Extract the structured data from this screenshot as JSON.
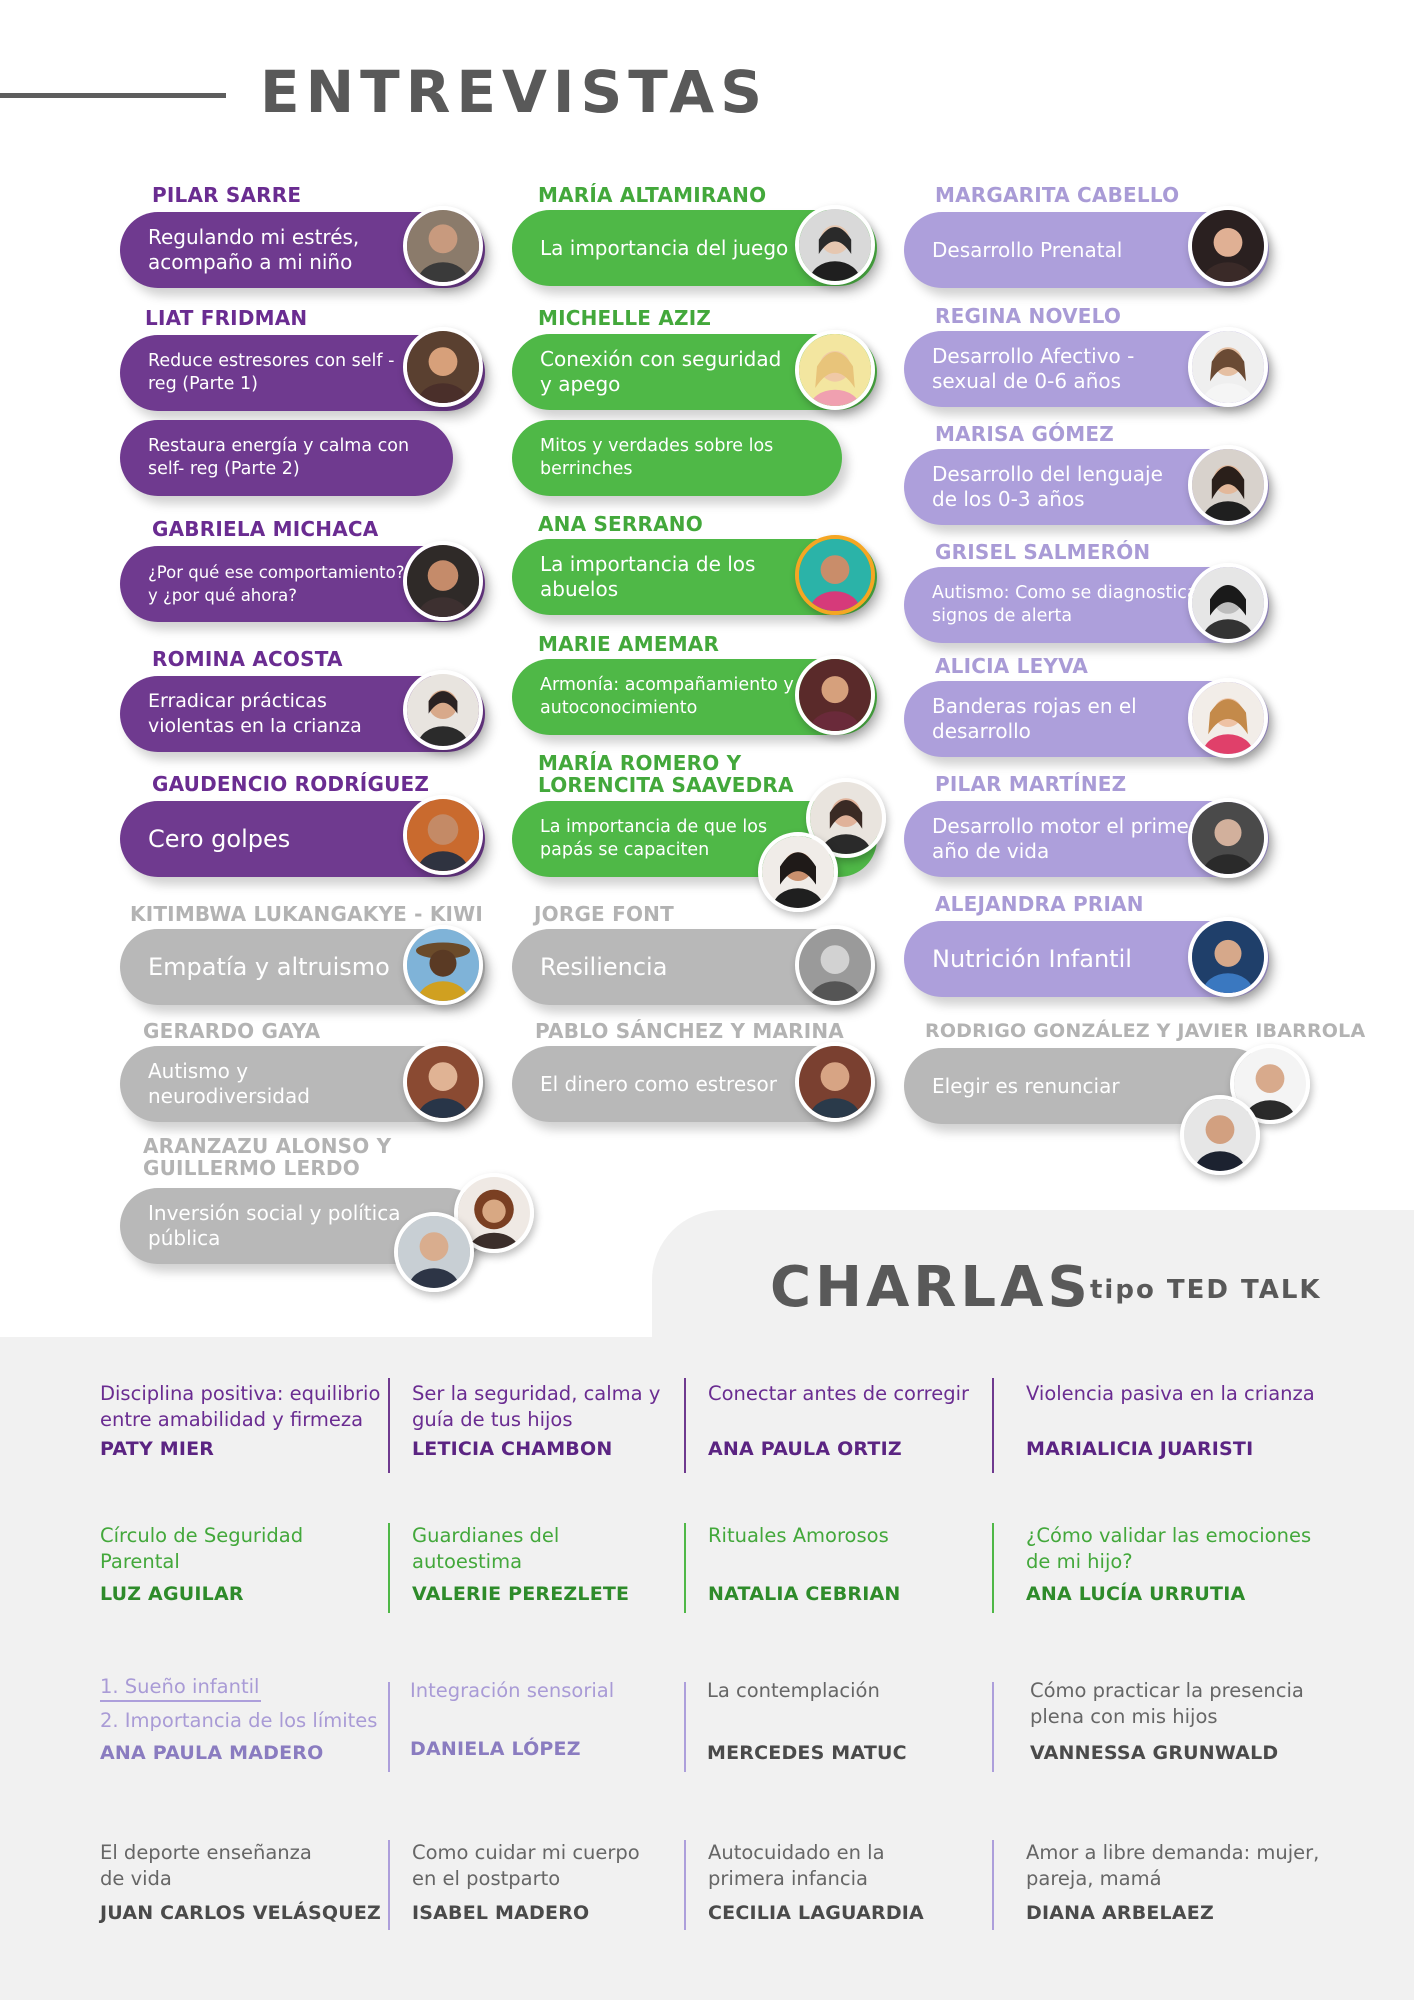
{
  "header": {
    "title": "ENTREVISTAS"
  },
  "interviews": {
    "col1": [
      {
        "name": "PILAR SARRE",
        "topic": "Regulando mi estrés, acompaño a mi niño"
      },
      {
        "name": "LIAT FRIDMAN",
        "topic": "Reduce estresores con self -reg (Parte 1)",
        "topic2": "Restaura energía y calma con self- reg (Parte 2)"
      },
      {
        "name": "GABRIELA MICHACA",
        "topic": "¿Por qué ese comportamiento? y ¿por qué ahora?"
      },
      {
        "name": "ROMINA ACOSTA",
        "topic": "Erradicar prácticas violentas en la crianza"
      },
      {
        "name": "GAUDENCIO RODRÍGUEZ",
        "topic": "Cero golpes"
      },
      {
        "name": "KITIMBWA LUKANGAKYE - KIWI",
        "topic": "Empatía y altruismo"
      },
      {
        "name": "GERARDO GAYA",
        "topic": "Autismo y neurodiversidad"
      },
      {
        "name": "ARANZAZU ALONSO Y GUILLERMO LERDO",
        "topic": "Inversión social y política pública"
      }
    ],
    "col2": [
      {
        "name": "MARÍA ALTAMIRANO",
        "topic": "La importancia del juego"
      },
      {
        "name": "MICHELLE AZIZ",
        "topic": "Conexión con seguridad y apego",
        "topic2": "Mitos y verdades sobre los berrinches"
      },
      {
        "name": "ANA SERRANO",
        "topic": "La importancia de los abuelos"
      },
      {
        "name": "MARIE AMEMAR",
        "topic": "Armonía: acompañamiento y autoconocimiento"
      },
      {
        "name": "MARÍA ROMERO Y LORENCITA SAAVEDRA",
        "topic": "La importancia de que los papás se capaciten"
      },
      {
        "name": "JORGE FONT",
        "topic": "Resiliencia"
      },
      {
        "name": "PABLO SÁNCHEZ Y MARINA",
        "topic": "El dinero como estresor"
      }
    ],
    "col3": [
      {
        "name": "MARGARITA CABELLO",
        "topic": "Desarrollo Prenatal"
      },
      {
        "name": "REGINA NOVELO",
        "topic": "Desarrollo Afectivo - sexual de 0-6 años"
      },
      {
        "name": "MARISA GÓMEZ",
        "topic": "Desarrollo del lenguaje de los 0-3 años"
      },
      {
        "name": "GRISEL SALMERÓN",
        "topic": "Autismo: Como se diagnostica, signos de alerta"
      },
      {
        "name": "ALICIA LEYVA",
        "topic": "Banderas rojas en el desarrollo"
      },
      {
        "name": "PILAR MARTÍNEZ",
        "topic": "Desarrollo motor el primer año de vida"
      },
      {
        "name": "ALEJANDRA PRIAN",
        "topic": "Nutrición Infantil"
      },
      {
        "name": "RODRIGO GONZÁLEZ Y JAVIER IBARROLA",
        "topic": "Elegir es renunciar"
      }
    ]
  },
  "charlas": {
    "title": "CHARLAS",
    "subtitle": "tipo TED TALK",
    "rows": [
      [
        {
          "topic": "Disciplina positiva: equilibrio entre amabilidad y firmeza",
          "speaker": "PATY MIER"
        },
        {
          "topic": "Ser la seguridad, calma y guía de tus hijos",
          "speaker": "LETICIA CHAMBON"
        },
        {
          "topic": "Conectar antes de corregir",
          "speaker": "ANA PAULA ORTIZ"
        },
        {
          "topic": "Violencia pasiva en la crianza",
          "speaker": "MARIALICIA JUARISTI"
        }
      ],
      [
        {
          "topic": "Círculo de Seguridad Parental",
          "speaker": "LUZ AGUILAR"
        },
        {
          "topic": "Guardianes del autoestima",
          "speaker": "VALERIE PEREZLETE"
        },
        {
          "topic": "Rituales Amorosos",
          "speaker": "NATALIA CEBRIAN"
        },
        {
          "topic": "¿Cómo validar las emociones de mi hijo?",
          "speaker": "ANA LUCÍA URRUTIA"
        }
      ],
      [
        {
          "topic": "1. Sueño infantil",
          "topic2": "2. Importancia de los límites",
          "speaker": "ANA PAULA MADERO"
        },
        {
          "topic": "Integración sensorial",
          "speaker": "DANIELA LÓPEZ"
        },
        {
          "topic": "La contemplación",
          "speaker": "MERCEDES MATUC"
        },
        {
          "topic": "Cómo practicar la presencia plena con mis hijos",
          "speaker": "VANNESSA GRUNWALD"
        }
      ],
      [
        {
          "topic": "El deporte enseñanza de vida",
          "speaker": "JUAN CARLOS VELÁSQUEZ"
        },
        {
          "topic": "Como cuidar mi cuerpo en el postparto",
          "speaker": "ISABEL MADERO"
        },
        {
          "topic": "Autocuidado en la primera infancia",
          "speaker": "CECILIA LAGUARDIA"
        },
        {
          "topic": "Amor a libre demanda: mujer, pareja, mamá",
          "speaker": "DIANA ARBELAEZ"
        }
      ]
    ]
  }
}
